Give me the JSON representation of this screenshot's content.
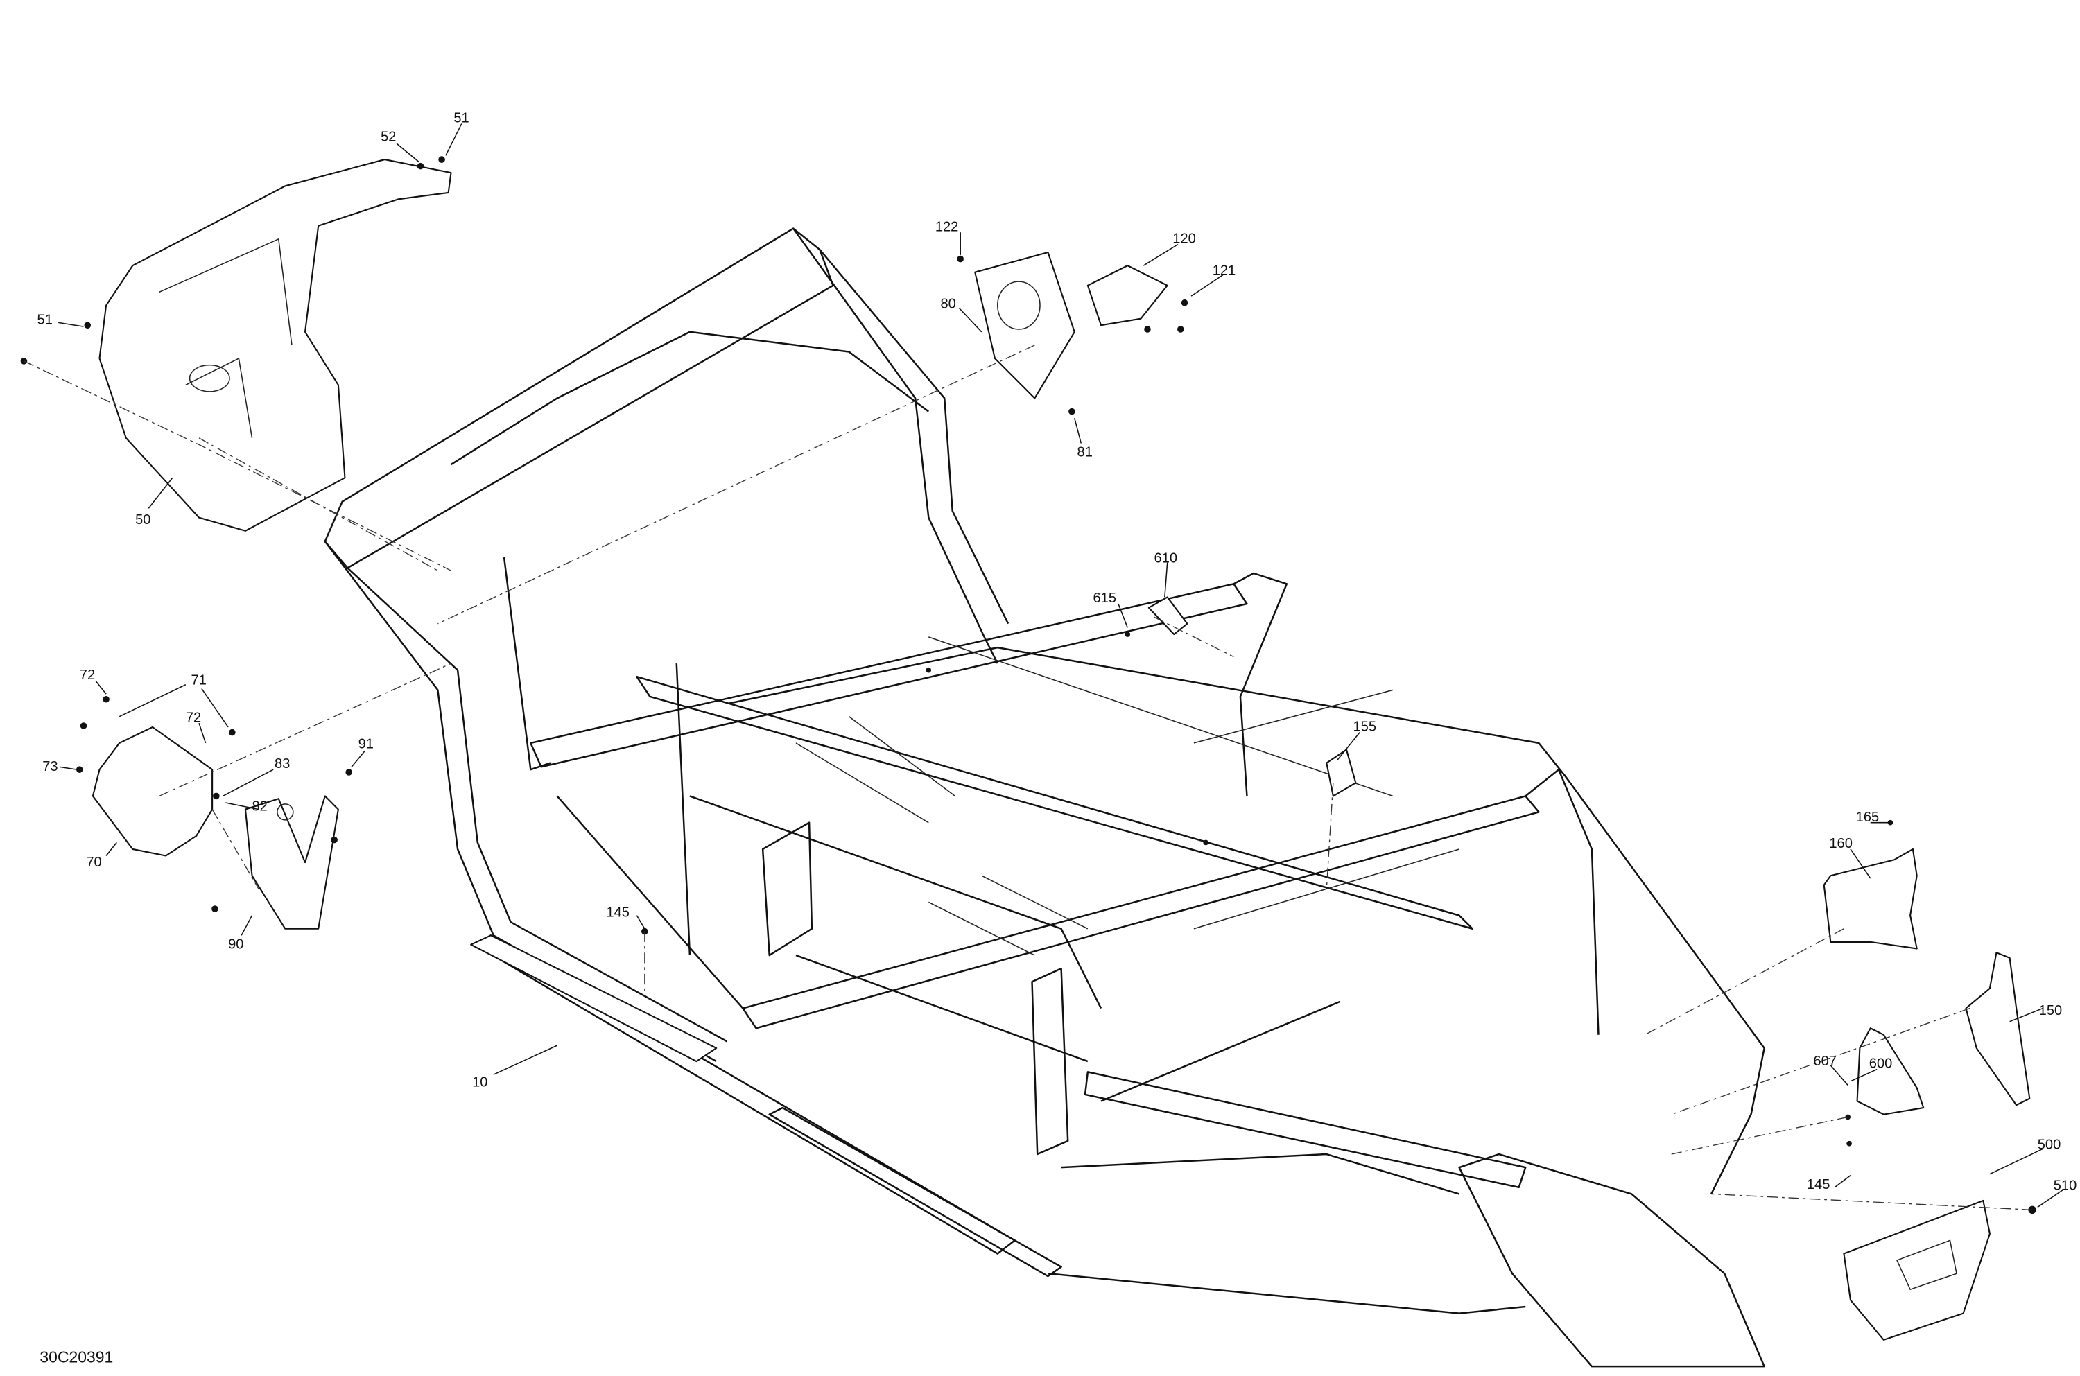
{
  "diagram": {
    "code": "30C20391",
    "callouts": [
      {
        "id": "c52a",
        "label": "52"
      },
      {
        "id": "c51a",
        "label": "51"
      },
      {
        "id": "c51b",
        "label": "51"
      },
      {
        "id": "c50",
        "label": "50"
      },
      {
        "id": "c122",
        "label": "122"
      },
      {
        "id": "c120",
        "label": "120"
      },
      {
        "id": "c121",
        "label": "121"
      },
      {
        "id": "c80",
        "label": "80"
      },
      {
        "id": "c81",
        "label": "81"
      },
      {
        "id": "c610",
        "label": "610"
      },
      {
        "id": "c615",
        "label": "615"
      },
      {
        "id": "c72a",
        "label": "72"
      },
      {
        "id": "c71",
        "label": "71"
      },
      {
        "id": "c72b",
        "label": "72"
      },
      {
        "id": "c73",
        "label": "73"
      },
      {
        "id": "c83",
        "label": "83"
      },
      {
        "id": "c82",
        "label": "82"
      },
      {
        "id": "c91",
        "label": "91"
      },
      {
        "id": "c70",
        "label": "70"
      },
      {
        "id": "c90",
        "label": "90"
      },
      {
        "id": "c155",
        "label": "155"
      },
      {
        "id": "c145a",
        "label": "145"
      },
      {
        "id": "c165",
        "label": "165"
      },
      {
        "id": "c160",
        "label": "160"
      },
      {
        "id": "c150",
        "label": "150"
      },
      {
        "id": "c10",
        "label": "10"
      },
      {
        "id": "c607",
        "label": "607"
      },
      {
        "id": "c600",
        "label": "600"
      },
      {
        "id": "c145b",
        "label": "145"
      },
      {
        "id": "c500",
        "label": "500"
      },
      {
        "id": "c510",
        "label": "510"
      }
    ]
  }
}
